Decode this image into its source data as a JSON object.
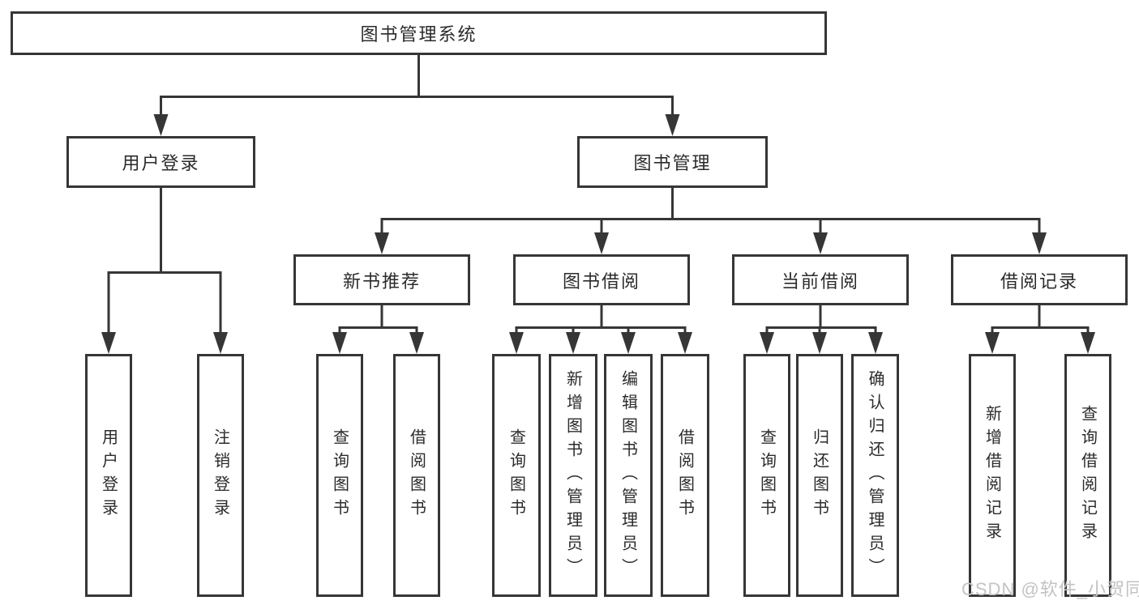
{
  "diagram": {
    "root": {
      "label": "图书管理系统"
    },
    "branches": [
      {
        "label": "用户登录",
        "children": [
          {
            "label": "用户登录"
          },
          {
            "label": "注销登录"
          }
        ]
      },
      {
        "label": "图书管理",
        "children": [
          {
            "label": "新书推荐",
            "children": [
              {
                "label": "查询图书"
              },
              {
                "label": "借阅图书"
              }
            ]
          },
          {
            "label": "图书借阅",
            "children": [
              {
                "label": "查询图书"
              },
              {
                "label": "新增图书（管理员）"
              },
              {
                "label": "编辑图书（管理员）"
              },
              {
                "label": "借阅图书"
              }
            ]
          },
          {
            "label": "当前借阅",
            "children": [
              {
                "label": "查询图书"
              },
              {
                "label": "归还图书"
              },
              {
                "label": "确认归还（管理员）"
              }
            ]
          },
          {
            "label": "借阅记录",
            "children": [
              {
                "label": "新增借阅记录"
              },
              {
                "label": "查询借阅记录"
              }
            ]
          }
        ]
      }
    ]
  },
  "watermark": {
    "text": "CSDN @软件_小贺同学"
  },
  "colors": {
    "line": "#363636",
    "text": "#2b2b2b",
    "watermark": "#c3c3c3",
    "background": "#ffffff"
  }
}
